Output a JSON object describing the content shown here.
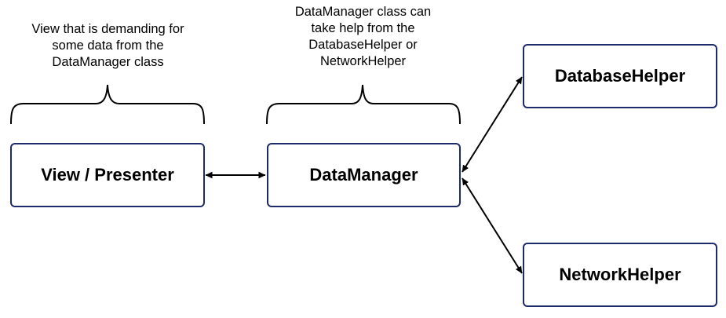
{
  "nodes": {
    "view_presenter": {
      "label": "View / Presenter"
    },
    "data_manager": {
      "label": "DataManager"
    },
    "database_helper": {
      "label": "DatabaseHelper"
    },
    "network_helper": {
      "label": "NetworkHelper"
    }
  },
  "notes": {
    "view_note": {
      "lines": [
        "View that is demanding for",
        "some data from the",
        "DataManager class"
      ]
    },
    "manager_note": {
      "lines": [
        "DataManager class can",
        "take help from the",
        "DatabaseHelper or",
        "NetworkHelper"
      ]
    }
  },
  "colors": {
    "box_border": "#1f2a6b",
    "line": "#000000"
  }
}
